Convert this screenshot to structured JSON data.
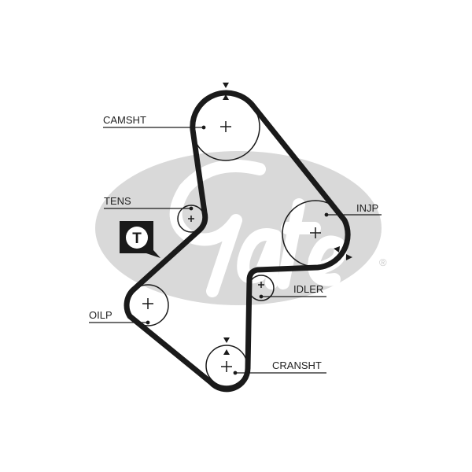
{
  "brand": {
    "logo_text": "Gates",
    "registered_mark": "®",
    "logo_color": "#d9d9d9"
  },
  "colors": {
    "belt": "#1a1a1a",
    "pulley": "#1a1a1a",
    "badge": "#1a1a1a"
  },
  "tensioner_badge": {
    "letter": "T"
  },
  "pulleys": [
    {
      "id": "camshaft",
      "label": "CAMSHT"
    },
    {
      "id": "tensioner",
      "label": "TENS"
    },
    {
      "id": "injection-pump",
      "label": "INJP"
    },
    {
      "id": "idler",
      "label": "IDLER"
    },
    {
      "id": "oil-pump",
      "label": "OILP"
    },
    {
      "id": "crankshaft",
      "label": "CRANSHT"
    }
  ]
}
